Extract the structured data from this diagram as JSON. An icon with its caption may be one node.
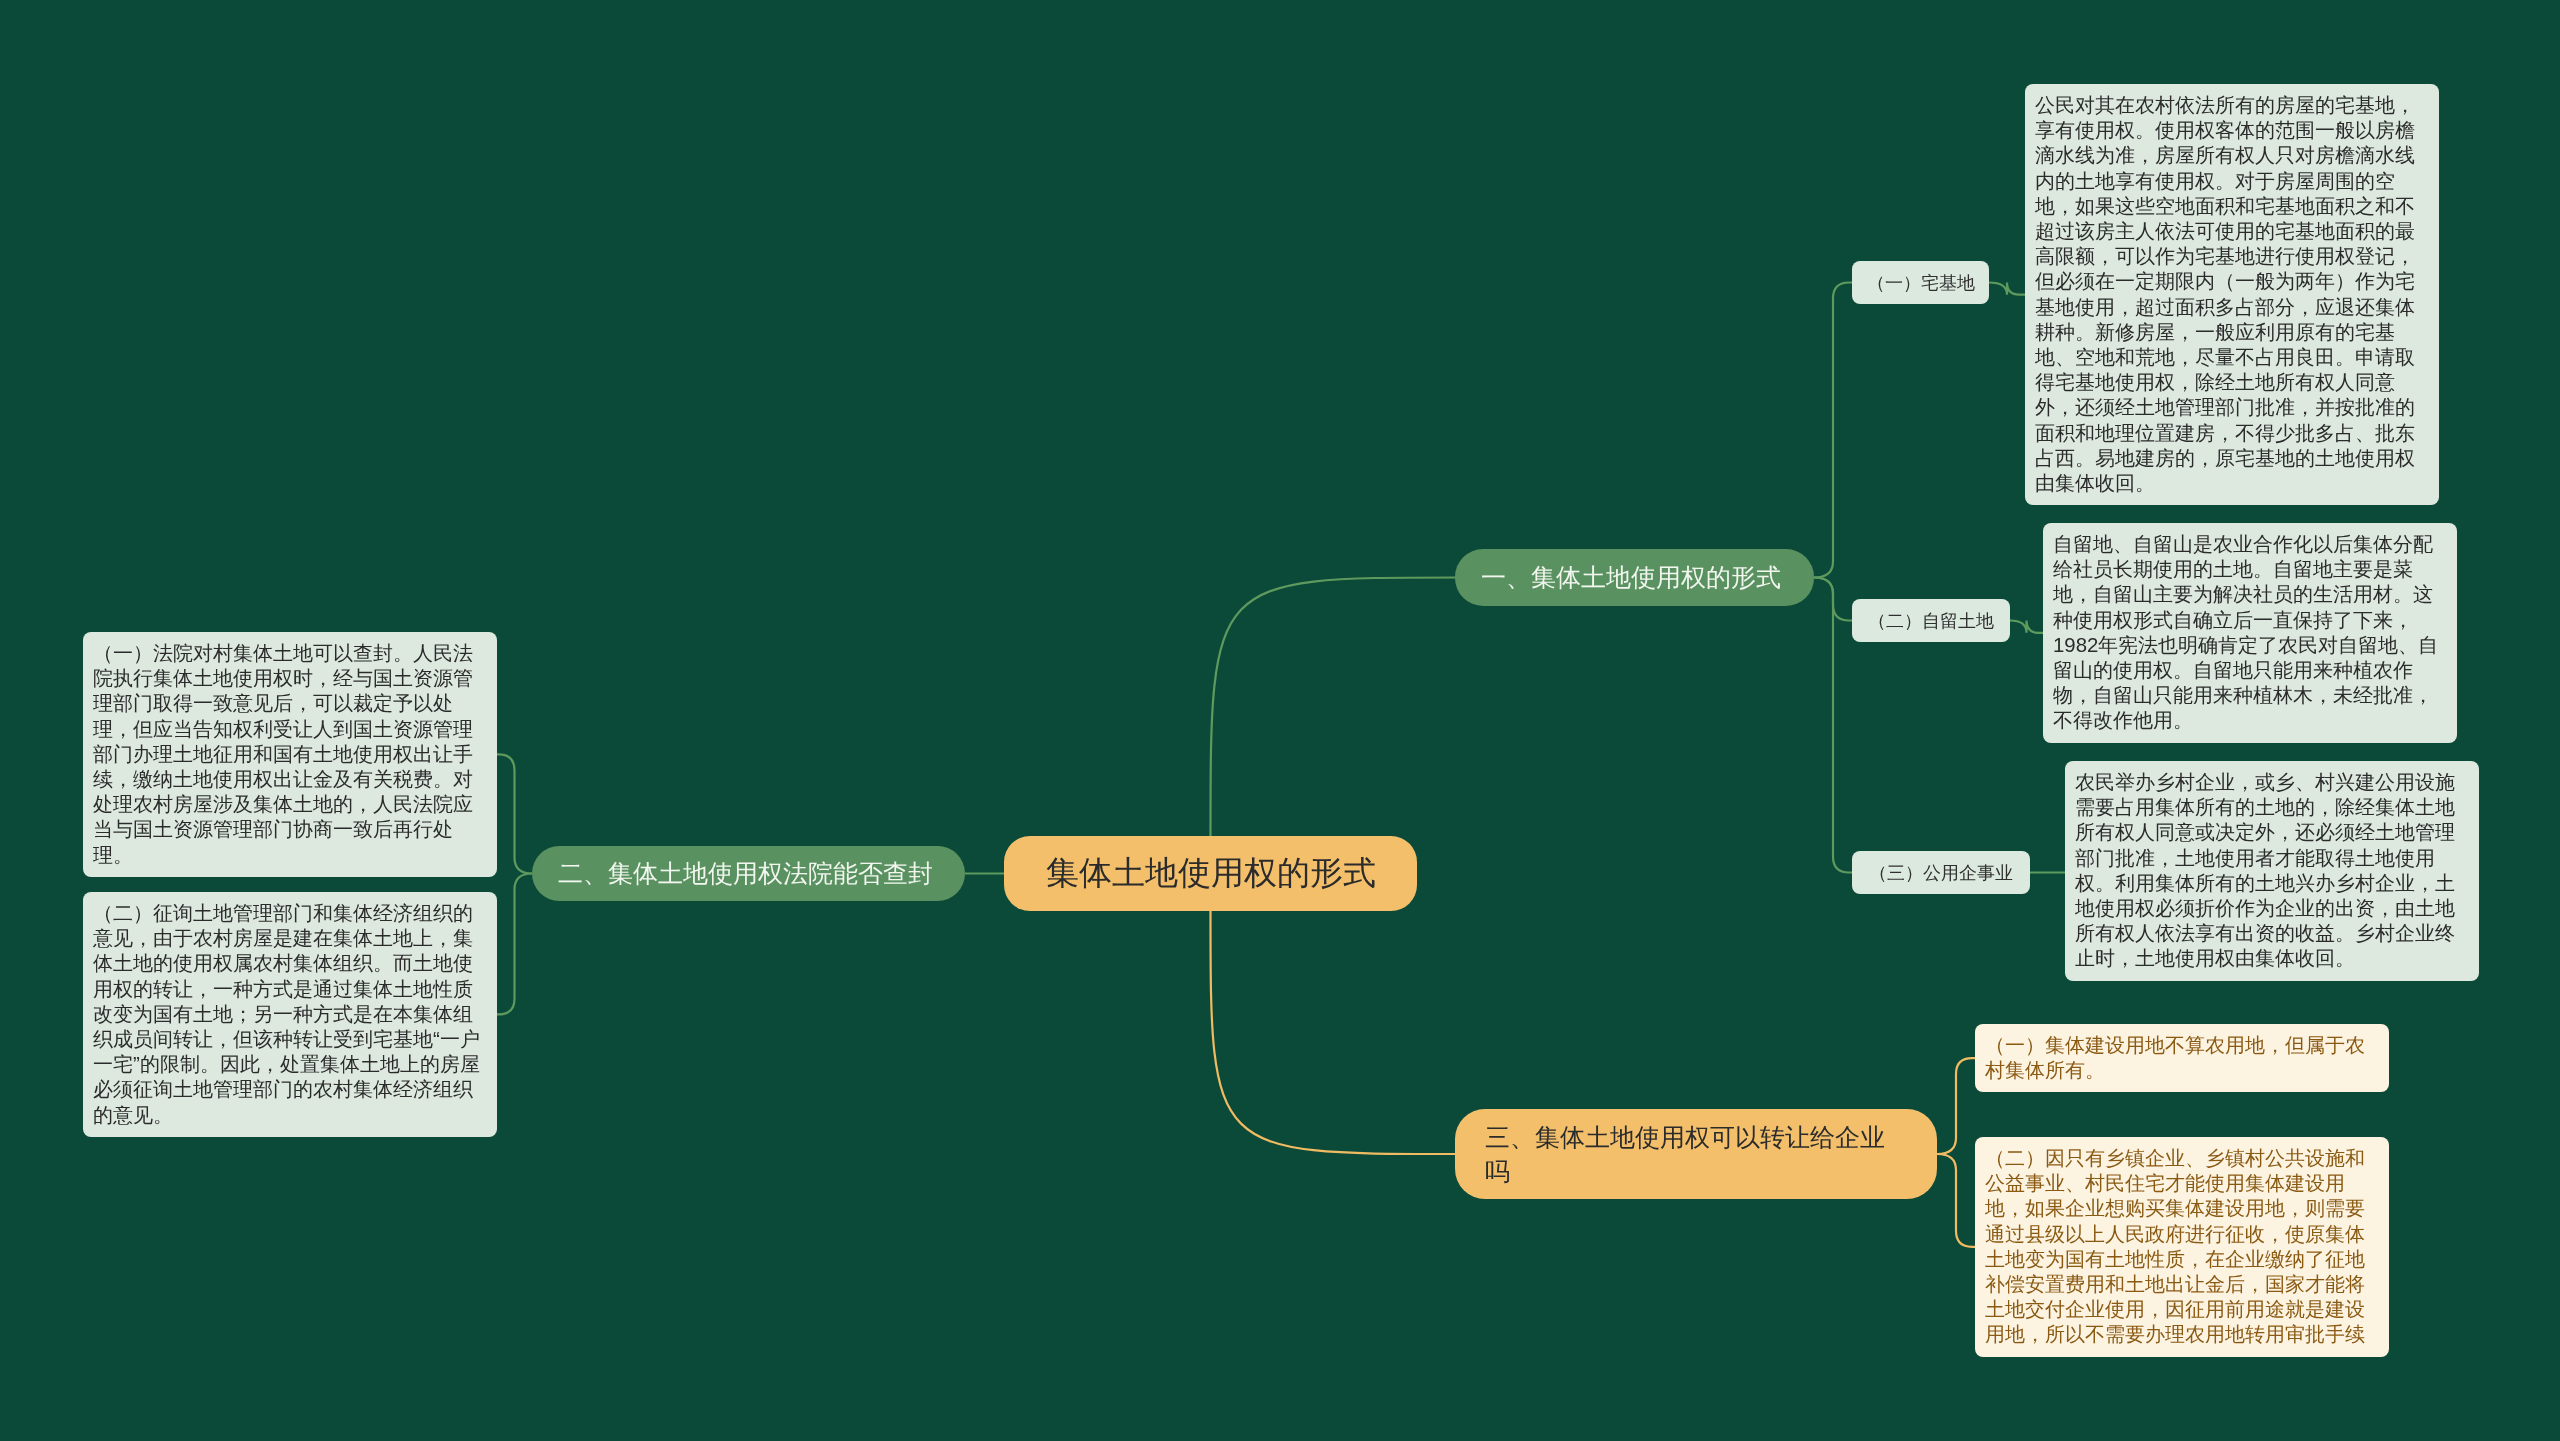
{
  "diagram": {
    "nodes": [
      {
        "text": [
          "集体土地使用权的形式"
        ]
      },
      {
        "text": [
          "一、集体土地使用权的形式"
        ]
      },
      {
        "text": [
          "（一）宅基地"
        ]
      },
      {
        "text": [
          "公民对其在农村依法所有的房屋的宅基地，享有使用权。使用权客体的范围一般以房檐滴水线为准，房屋所有权人只对房檐滴水线内的土地享有使用权。对于房屋周围的空地，如果这些空地面积和宅基地面积之和不超过该房主人依法可使用的宅基地面积的最高限额，可以作为宅基地进行使用权登记，但必须在一定期限内（一般为两年）作为宅基地使用，超过面积多占部分，应退还集体耕种。新修房屋，一般应利用原有的宅基地、空地和荒地，尽量不占用良田。申请取得宅基地使用权，除经土地所有权人同意外，还须经土地管理部门批准，并按批准的面积和地理位置建房，不得少批多占、批东占西。易地建房的，原宅基地的土地使用权由集体收回。"
        ]
      },
      {
        "text": [
          "（二）自留土地"
        ]
      },
      {
        "text": [
          "自留地、自留山是农业合作化以后集体分配给社员长期使用的土地。自留地主要是菜地，自留山主要为解决社员的生活用材。这种使用权形式自确立后一直保持了下来，1982年宪法也明确肯定了农民对自留地、自留山的使用权。自留地只能用来种植农作物，自留山只能用来种植林木，未经批准，不得改作他用。"
        ]
      },
      {
        "text": [
          "（三）公用企事业"
        ]
      },
      {
        "text": [
          "农民举办乡村企业，或乡、村兴建公用设施需要占用集体所有的土地的，除经集体土地所有权人同意或决定外，还必须经土地管理部门批准，土地使用者才能取得土地使用权。利用集体所有的土地兴办乡村企业，土地使用权必须折价作为企业的出资，由土地所有权人依法享有出资的收益。乡村企业终止时，土地使用权由集体收回。"
        ]
      },
      {
        "text": [
          "二、集体土地使用权法院能否查封"
        ]
      },
      {
        "text": [
          "（一）法院对村集体土地可以查封。人民法院执行集体土地使用权时，经与国土资源管理部门取得一致意见后，可以裁定予以处理，但应当告知权利受让人到国土资源管理部门办理土地征用和国有土地使用权出让手续，缴纳土地使用权出让金及有关税费。对处理农村房屋涉及集体土地的，人民法院应当与国土资源管理部门协商一致后再行处理。"
        ]
      },
      {
        "text": [
          "（二）征询土地管理部门和集体经济组织的意见，由于农村房屋是建在集体土地上，集体土地的使用权属农村集体组织。而土地使用权的转让，一种方式是通过集体土地性质改变为国有土地；另一种方式是在本集体组织成员间转让，但该种转让受到宅基地“一户一宅”的限制。因此，处置集体土地上的房屋必须征询土地管理部门的农村集体经济组织的意见。"
        ]
      },
      {
        "text": [
          "三、集体土地使用权可以转让给企业吗"
        ]
      },
      {
        "text": [
          "（一）集体建设用地不算农用地，但属于农村集体所有。"
        ]
      },
      {
        "text": [
          "（二）因只有乡镇企业、乡镇村公共设施和公益事业、村民住宅才能使用集体建设用地，如果企业想购买集体建设用地，则需要通过县级以上人民政府进行征收，使原集体土地变为国有土地性质，在企业缴纳了征地补偿安置费用和土地出让金后，国家才能将土地交付企业使用，因征用前用途就是建设用地，所以不需要办理农用地转用审批手续"
        ]
      }
    ],
    "edges": [
      {
        "from": 0,
        "to": 1,
        "arrow": "none"
      },
      {
        "from": 1,
        "to": 2,
        "arrow": "none"
      },
      {
        "from": 2,
        "to": 3,
        "arrow": "none"
      },
      {
        "from": 1,
        "to": 4,
        "arrow": "none"
      },
      {
        "from": 4,
        "to": 5,
        "arrow": "none"
      },
      {
        "from": 1,
        "to": 6,
        "arrow": "none"
      },
      {
        "from": 6,
        "to": 7,
        "arrow": "none"
      },
      {
        "from": 0,
        "to": 8,
        "arrow": "none"
      },
      {
        "from": 8,
        "to": 9,
        "arrow": "none"
      },
      {
        "from": 8,
        "to": 10,
        "arrow": "none"
      },
      {
        "from": 0,
        "to": 11,
        "arrow": "none",
        "color": "#f0bb62"
      },
      {
        "from": 11,
        "to": 12,
        "arrow": "none",
        "color": "#f0bb62"
      },
      {
        "from": 11,
        "to": 13,
        "arrow": "none",
        "color": "#f0bb62"
      }
    ]
  }
}
